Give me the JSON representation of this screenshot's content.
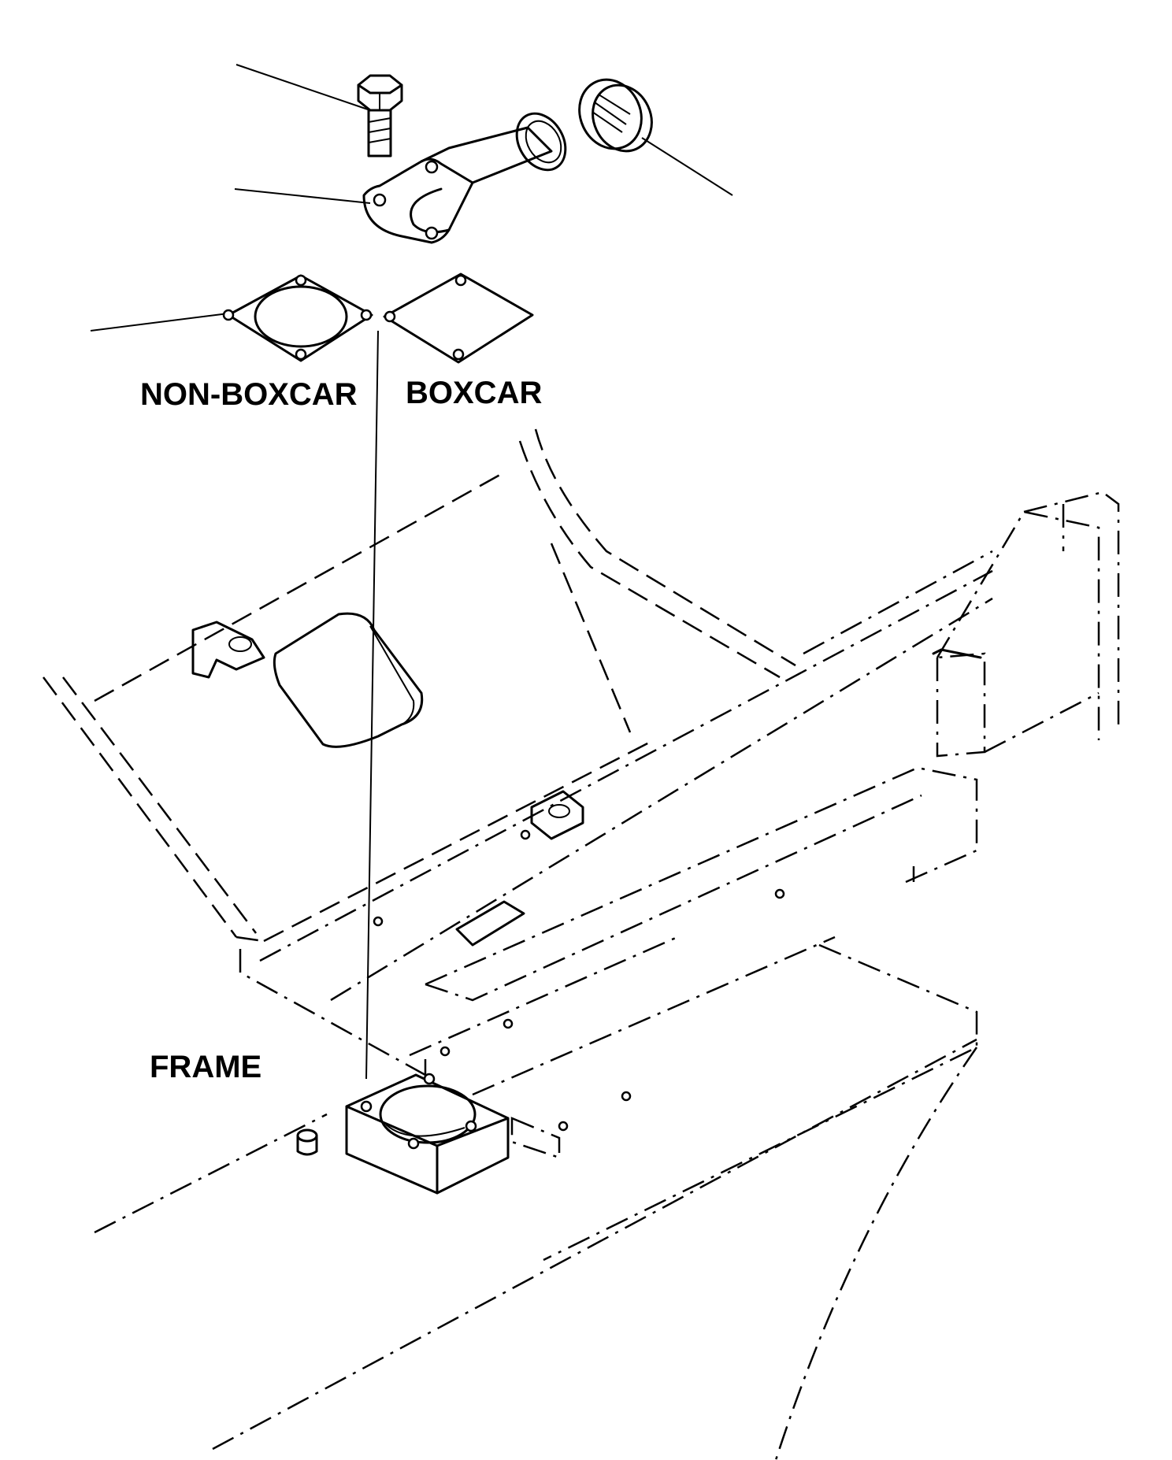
{
  "labels": {
    "non_boxcar": "NON-BOXCAR",
    "boxcar": "BOXCAR",
    "frame": "FRAME"
  },
  "colors": {
    "line": "#000000",
    "background": "#ffffff"
  }
}
